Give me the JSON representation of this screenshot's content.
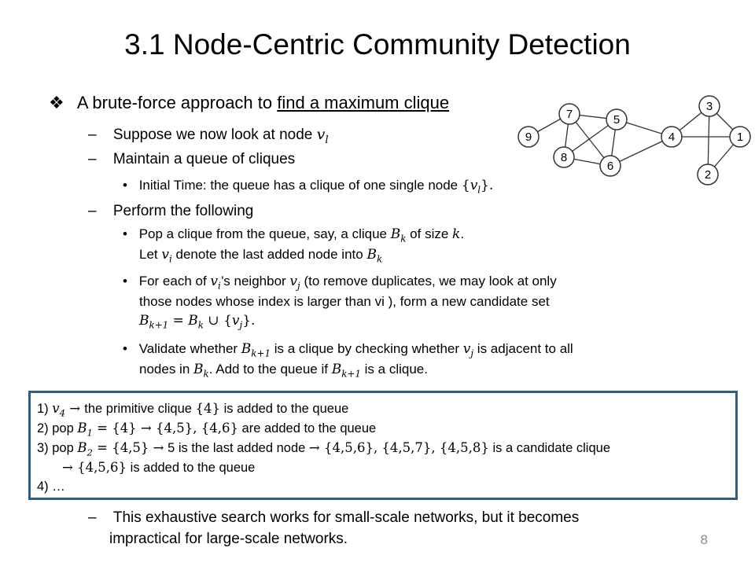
{
  "title": "3.1 Node-Centric Community Detection",
  "main_bullet": {
    "marker": "❖",
    "text_before": "A brute-force approach to ",
    "text_link": "find a maximum clique"
  },
  "sub1": {
    "dash": "–",
    "text": "Suppose we now look at node "
  },
  "sub2": {
    "dash": "–",
    "text": "Maintain a queue of cliques"
  },
  "sub2_bullet": {
    "text": "Initial Time: the queue has a clique of one single node "
  },
  "sub3": {
    "dash": "–",
    "text": "Perform the following"
  },
  "steps": {
    "pop_a": "Pop a clique from the queue, say, a clique ",
    "pop_b": " of size ",
    "let_a": "Let ",
    "let_b": " denote the last added node into ",
    "for_a": "For each of ",
    "for_b": "’s neighbor ",
    "for_c": " (to remove duplicates, we may look at only",
    "for_line2": "those nodes whose index is larger than vi ), form a new candidate set",
    "val_a": "Validate whether ",
    "val_b": " is a clique by checking whether ",
    "val_c": " is adjacent to all",
    "val2_a": "nodes in ",
    "val2_b": ". Add to the queue if ",
    "val2_c": " is a clique."
  },
  "box": {
    "l1_a": "1) ",
    "l1_b": " the primitive clique ",
    "l1_c": " is added to the queue",
    "l2_a": "2) pop ",
    "l2_b": " are added to the queue",
    "l3_a": "3) pop ",
    "l3_b": " 5 is the last added node ",
    "l3_c": " is a candidate clique",
    "l4_b": " is added to the queue",
    "l5": "4) …"
  },
  "sub4": {
    "dash": "–",
    "line1": "This exhaustive search works for small-scale networks, but it becomes",
    "line2": "impractical for large-scale networks."
  },
  "page_number": "8",
  "graph": {
    "nodes": [
      "1",
      "2",
      "3",
      "4",
      "5",
      "6",
      "7",
      "8",
      "9"
    ],
    "edges": [
      [
        "9",
        "7"
      ],
      [
        "7",
        "8"
      ],
      [
        "7",
        "5"
      ],
      [
        "7",
        "6"
      ],
      [
        "8",
        "5"
      ],
      [
        "8",
        "6"
      ],
      [
        "5",
        "6"
      ],
      [
        "5",
        "4"
      ],
      [
        "6",
        "4"
      ],
      [
        "4",
        "3"
      ],
      [
        "4",
        "1"
      ],
      [
        "3",
        "1"
      ],
      [
        "3",
        "2"
      ],
      [
        "2",
        "1"
      ]
    ]
  },
  "colors": {
    "box_border": "#2f5d87",
    "page_number": "#8a8a8a"
  }
}
